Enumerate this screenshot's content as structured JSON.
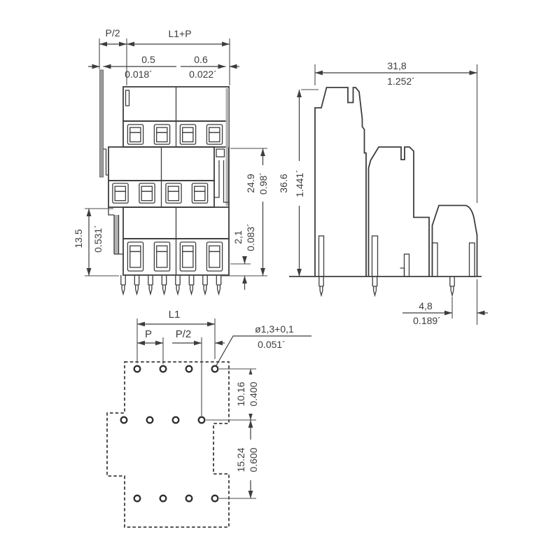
{
  "drawing": {
    "front_view": {
      "pitch_half_label": "P/2",
      "length_label": "L1+P",
      "wall_a_mm": "0.5",
      "wall_a_inch": "0.018´",
      "wall_b_mm": "0.6",
      "wall_b_inch": "0.022´",
      "upper_height_mm": "24.9",
      "upper_height_inch": "0.98´",
      "lower_height_mm": "13.5",
      "lower_height_inch": "0.531´",
      "pin_step_mm": "2,1",
      "pin_step_inch": "0.083´"
    },
    "side_view": {
      "width_mm": "31,8",
      "width_inch": "1.252´",
      "height_mm": "36.6",
      "height_inch": "1.441´",
      "pin_edge_mm": "4,8",
      "pin_edge_inch": "0.189´"
    },
    "bottom_view": {
      "length_label": "L1",
      "pitch_label": "P",
      "pitch_half_label": "P/2",
      "hole_mm": "ø1,3+0,1",
      "hole_inch": "0.051´",
      "row_gap_a_mm": "10.16",
      "row_gap_a_inch": "0.400",
      "row_gap_b_mm": "15.24",
      "row_gap_b_inch": "0.600"
    },
    "colors": {
      "line": "#3d3d3d",
      "wall_fill": "#9d9d9d",
      "background": "#ffffff"
    }
  }
}
